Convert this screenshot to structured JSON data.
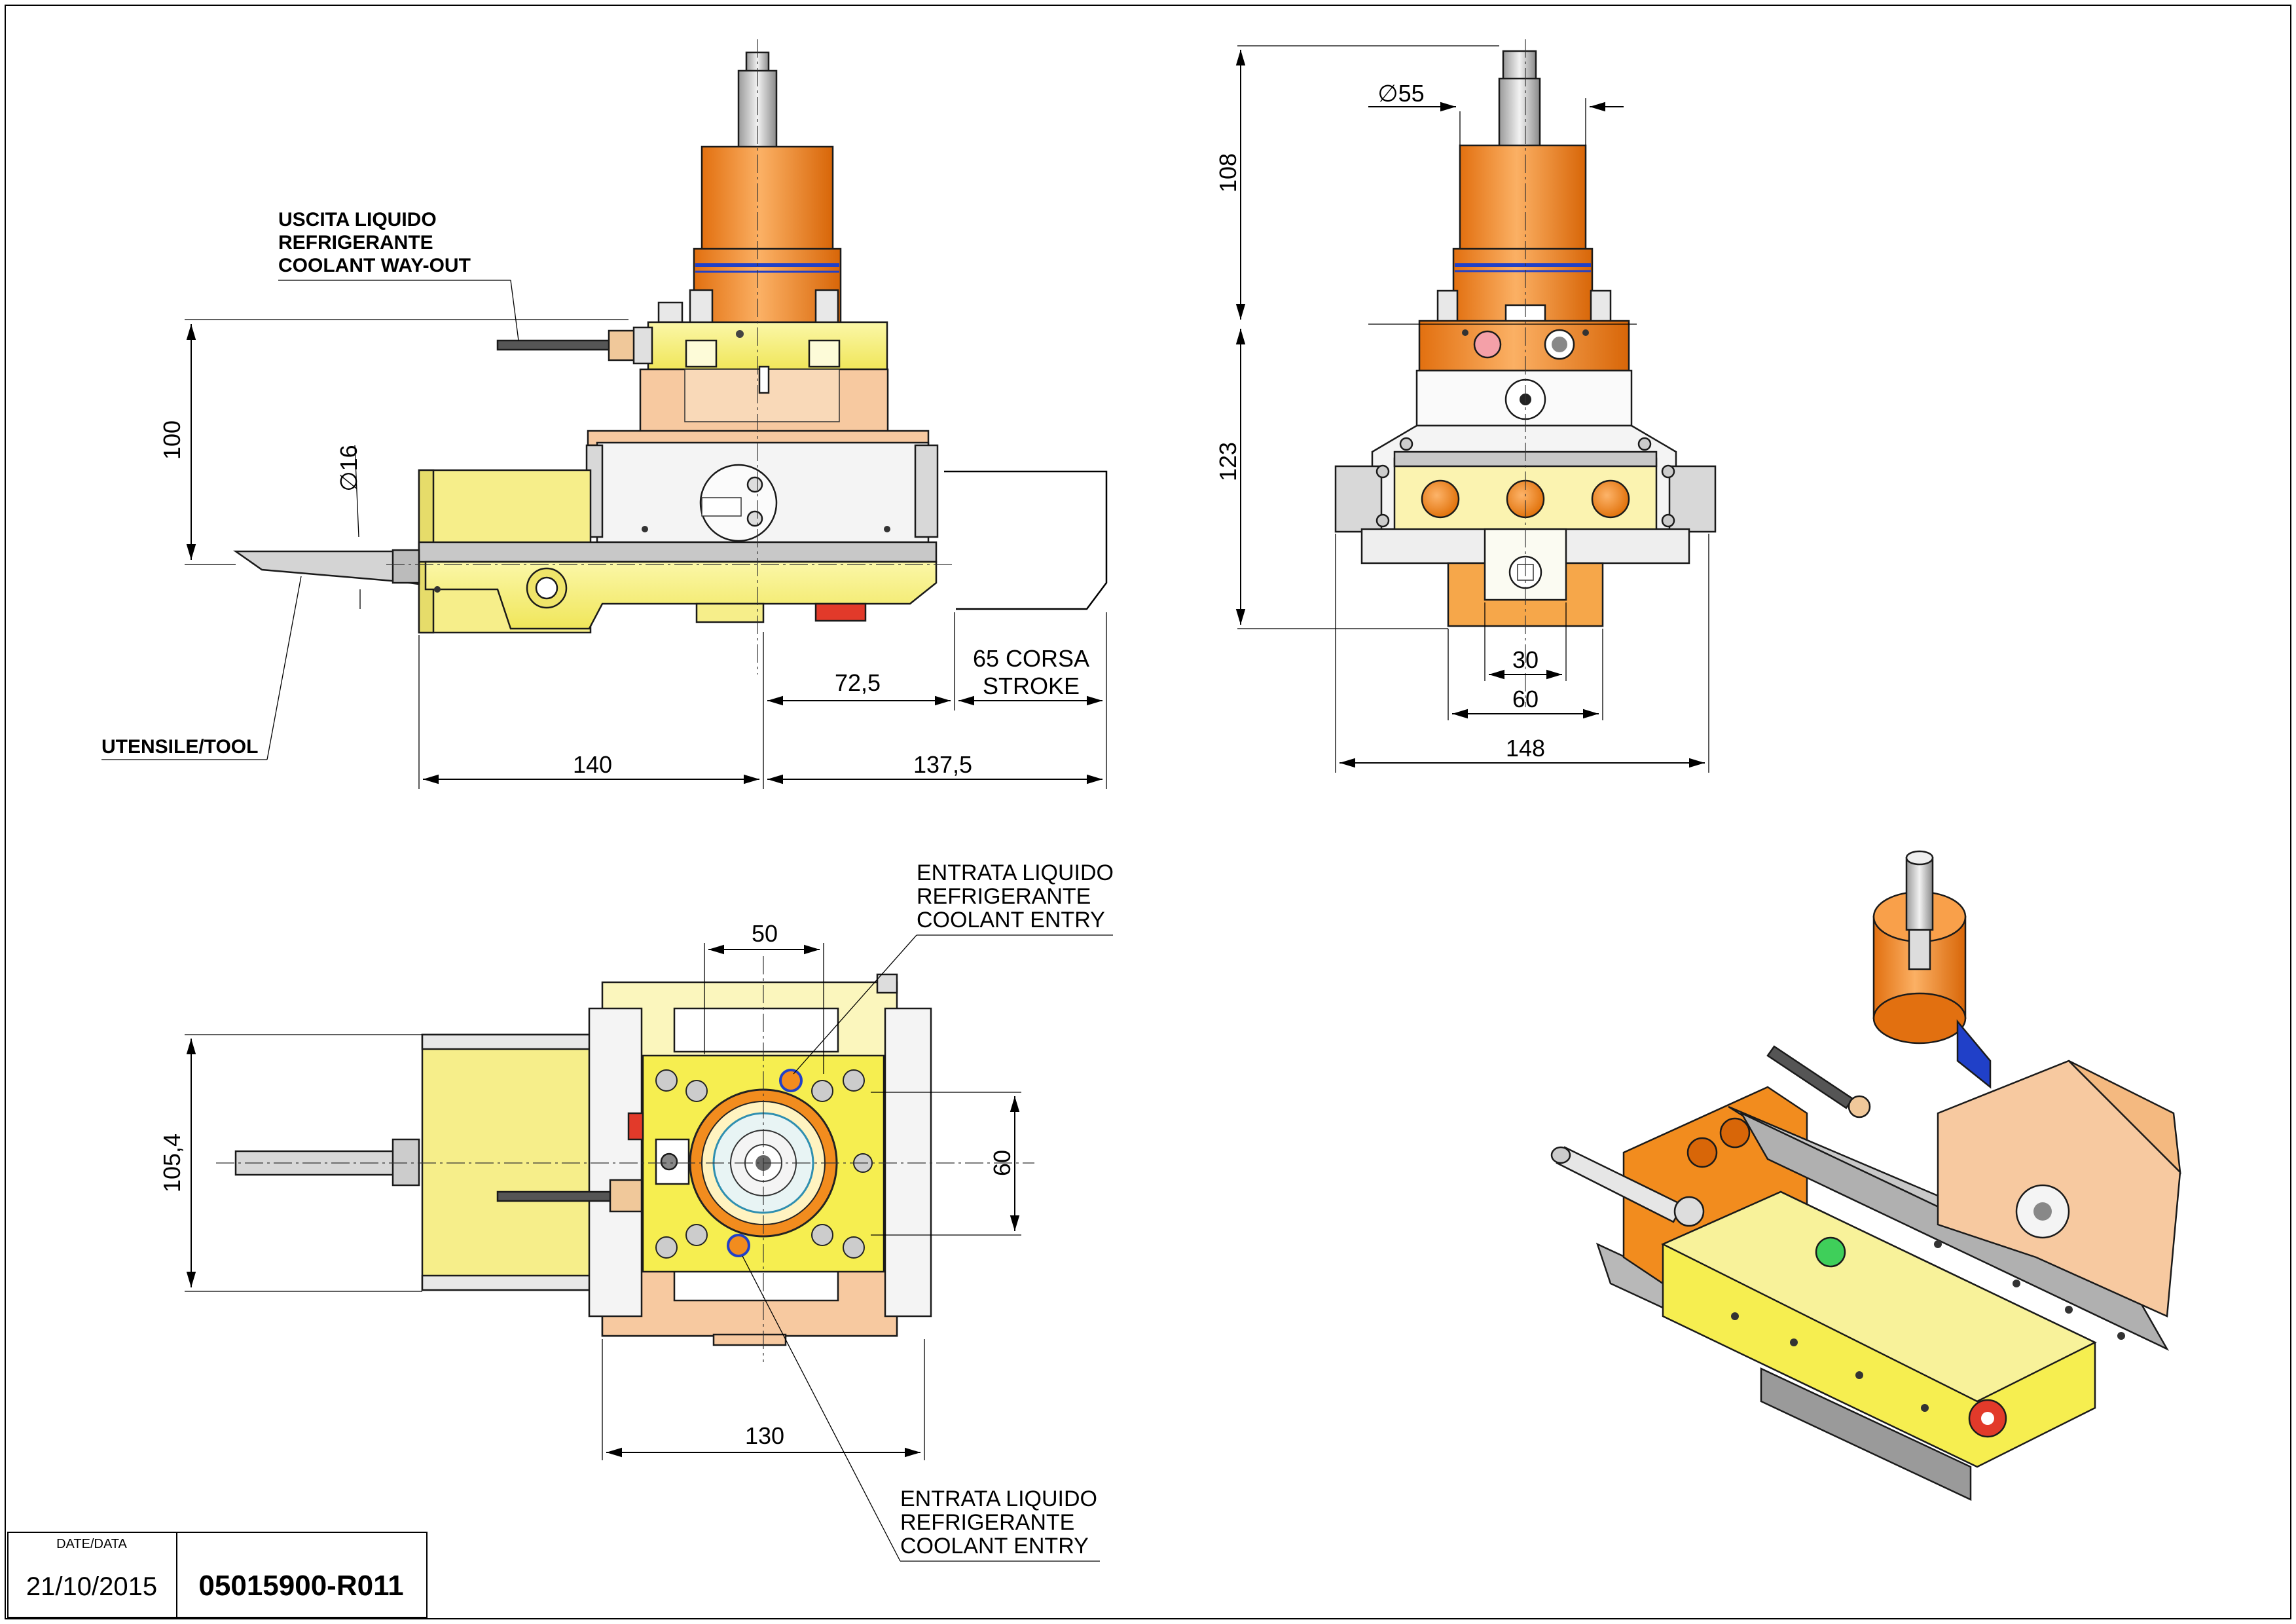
{
  "views": {
    "side": {
      "dim_height": "100",
      "dim_diameter": "∅16",
      "dim_left": "140",
      "dim_right": "137,5",
      "dim_mid": "72,5",
      "stroke_line1": "65 CORSA",
      "stroke_line2": "STROKE",
      "coolant_out": [
        "USCITA LIQUIDO",
        "REFRIGERANTE",
        "COOLANT WAY-OUT"
      ],
      "tool_label": "UTENSILE/TOOL"
    },
    "front": {
      "dim_diameter": "∅55",
      "dim_top": "108",
      "dim_body": "123",
      "dim_30": "30",
      "dim_60": "60",
      "dim_width": "148"
    },
    "top": {
      "dim_50": "50",
      "dim_height": "105,4",
      "dim_60": "60",
      "dim_width": "130",
      "coolant_in_top": [
        "ENTRATA LIQUIDO",
        "REFRIGERANTE",
        "COOLANT ENTRY"
      ],
      "coolant_in_bottom": [
        "ENTRATA LIQUIDO",
        "REFRIGERANTE",
        "COOLANT ENTRY"
      ]
    }
  },
  "title_block": {
    "date_header": "DATE/DATA",
    "date": "21/10/2015",
    "code": "05015900-R011"
  },
  "colors": {
    "orange": "#f28c1e",
    "light_orange": "#f7c9a0",
    "yellow": "#f6f07a",
    "pale_yellow": "#fbf6bd",
    "grey": "#b8b8b8",
    "red": "#e23a2a"
  }
}
